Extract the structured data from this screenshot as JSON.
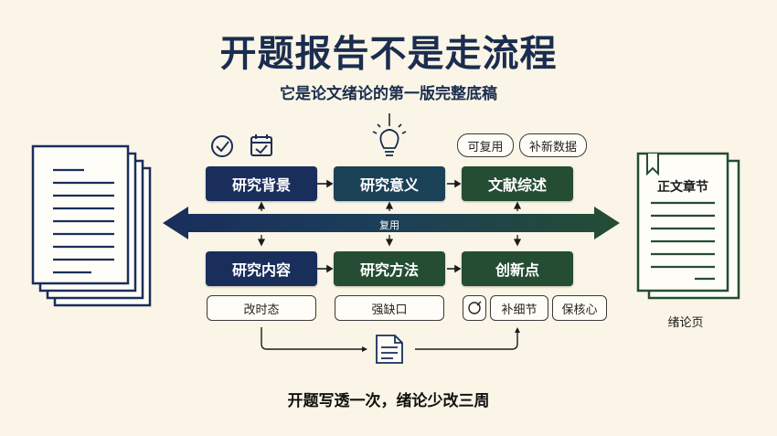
{
  "title": "开题报告不是走流程",
  "subtitle": "它是论文绪论的第一版完整底稿",
  "top_row": [
    "研究背景",
    "研究意义",
    "文献综述"
  ],
  "bottom_row": [
    "研究内容",
    "研究方法",
    "创新点"
  ],
  "band_label": "复用",
  "bubbles": [
    "可复用",
    "补新数据"
  ],
  "tags": [
    "改时态",
    "强缺口",
    "补细节",
    "保核心"
  ],
  "right_doc": {
    "title": "正文章节",
    "caption": "绪论页"
  },
  "footer": "开题写透一次，绪论少改三周"
}
